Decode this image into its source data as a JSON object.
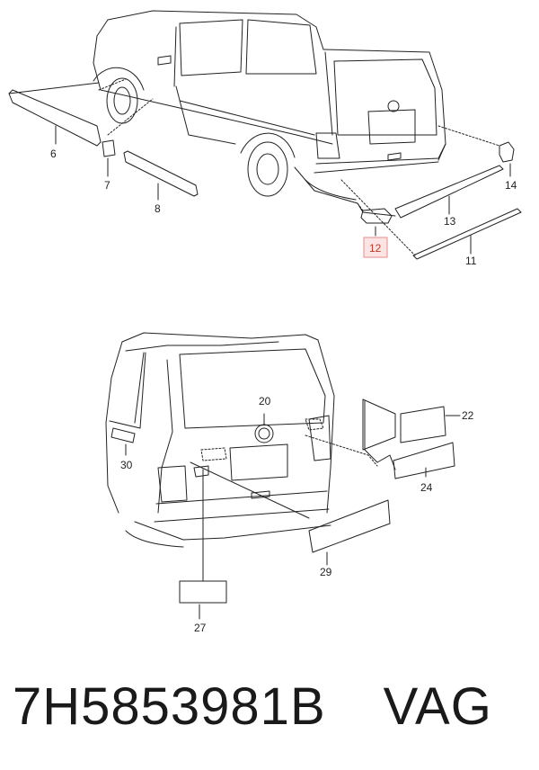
{
  "callouts": {
    "c6": "6",
    "c7": "7",
    "c8": "8",
    "c12": "12",
    "c13": "13",
    "c14": "14",
    "c11": "11",
    "c20": "20",
    "c22": "22",
    "c24": "24",
    "c29": "29",
    "c30": "30",
    "c27": "27"
  },
  "highlighted_callout": "12",
  "highlight_color": "#fde4e4",
  "part_number": "7H5853981B",
  "brand": "VAG"
}
